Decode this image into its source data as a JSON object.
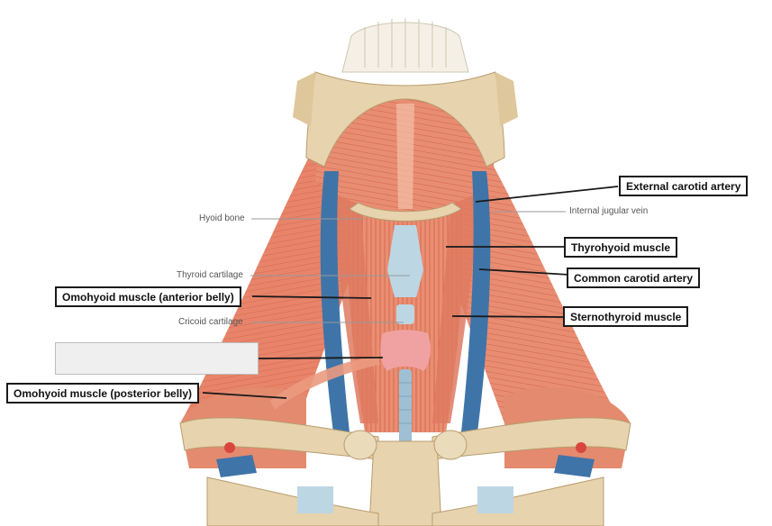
{
  "labels": {
    "external_carotid_artery": "External carotid artery",
    "internal_jugular_vein": "Internal jugular vein",
    "hyoid_bone": "Hyoid bone",
    "thyrohyoid_muscle": "Thyrohyoid muscle",
    "thyroid_cartilage": "Thyroid cartilage",
    "common_carotid_artery": "Common carotid artery",
    "omohyoid_anterior_belly": "Omohyoid muscle (anterior belly)",
    "cricoid_cartilage": "Cricoid cartilage",
    "sternothyroid_muscle": "Sternothyroid muscle",
    "omohyoid_posterior_belly": "Omohyoid muscle (posterior belly)",
    "blank_answer": ""
  },
  "colors": {
    "muscle": "#e8846a",
    "muscle_dark": "#c9604a",
    "bone": "#e7d3ad",
    "vessel_blue": "#3f74a8",
    "cartilage": "#bcd6e4",
    "thyroid": "#f0a2a2",
    "artery_red": "#d8473e",
    "line": "#1a1a1a",
    "thin_line": "#9a9a9a"
  }
}
